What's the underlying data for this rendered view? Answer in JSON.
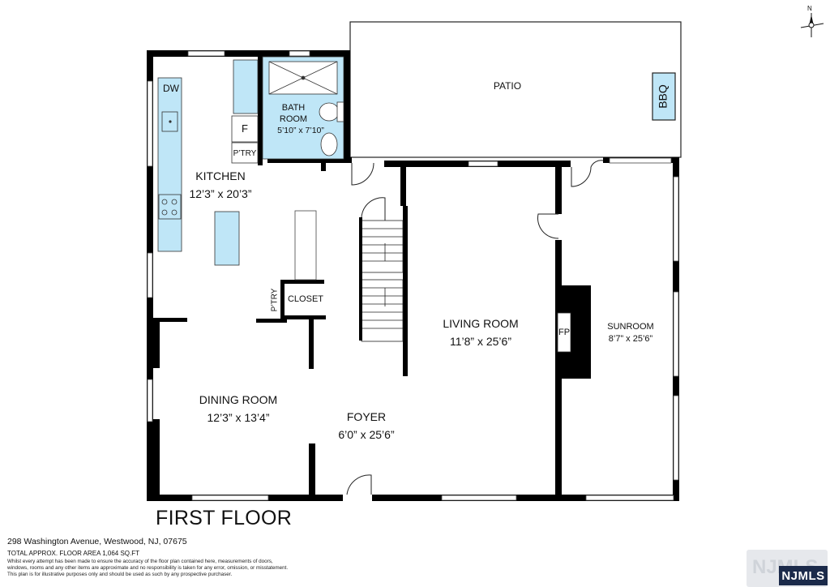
{
  "rooms": {
    "kitchen": {
      "name": "KITCHEN",
      "dims": "12’3” x 20’3”"
    },
    "bathroom": {
      "name1": "BATH",
      "name2": "ROOM",
      "dims": "5’10” x 7’10”"
    },
    "patio": {
      "name": "PATIO"
    },
    "living": {
      "name": "LIVING ROOM",
      "dims": "11’8” x 25’6”"
    },
    "sunroom": {
      "name": "SUNROOM",
      "dims": "8’7” x 25’6”"
    },
    "dining": {
      "name": "DINING ROOM",
      "dims": "12’3” x 13’4”"
    },
    "foyer": {
      "name": "FOYER",
      "dims": "6’0” x 25’6”"
    }
  },
  "fixtures": {
    "dishwasher": "DW",
    "fridge": "F",
    "pantry_kitchen": "P’TRY",
    "pantry_hall": "P’TRY",
    "closet": "CLOSET",
    "fireplace": "FP",
    "bbq": "BBQ"
  },
  "compass_label": "N",
  "floor_title": "FIRST FLOOR",
  "address": "298 Washington Avenue, Westwood, NJ, 07675",
  "total_area": "TOTAL APPROX. FLOOR AREA 1,064 SQ.FT",
  "disclaimer": [
    "Whilst every attempt has been made to ensure the accuracy of the floor plan contained here, measurements of doors,",
    "windows, rooms and any other items are approximate and no responsibility is taken for any error, omission, or misstatement.",
    "This plan is for illustrative purposes only and should be used as such by any prospective purchaser."
  ],
  "logo_text": "NJMLS",
  "watermark_text": "NJMLS",
  "colors": {
    "wall": "#000000",
    "fixture_fill": "#bfe6f7",
    "fixture_stroke": "#333333",
    "window_fill": "#ffffff"
  }
}
